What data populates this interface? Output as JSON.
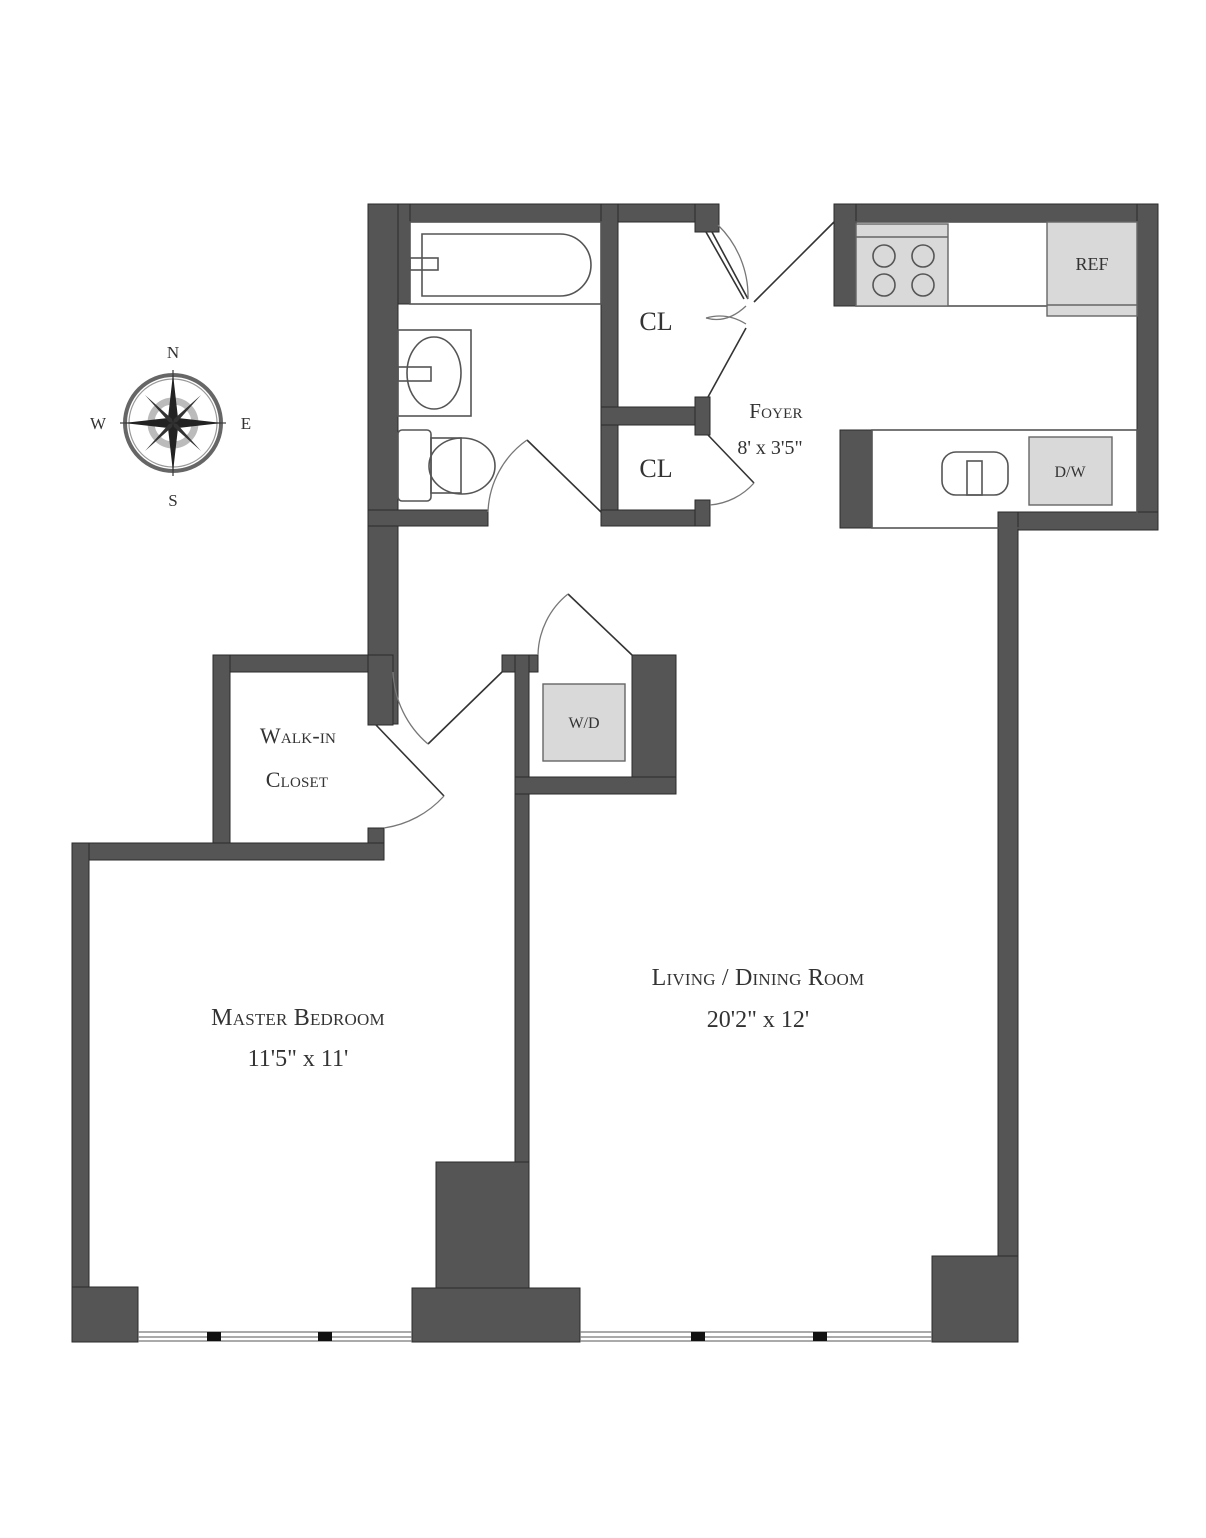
{
  "floor_plan": {
    "rooms": [
      {
        "id": "foyer",
        "name": "Foyer",
        "dimensions": "8' x 3'5\""
      },
      {
        "id": "master-bedroom",
        "name": "Master Bedroom",
        "dimensions": "11'5\" x 11'"
      },
      {
        "id": "living-dining",
        "name": "Living / Dining Room",
        "dimensions": "20'2\" x 12'"
      },
      {
        "id": "walk-in-closet",
        "name_line1": "Walk-in",
        "name_line2": "Closet"
      },
      {
        "id": "closet-1",
        "name": "CL"
      },
      {
        "id": "closet-2",
        "name": "CL"
      }
    ],
    "appliances": {
      "refrigerator": "REF",
      "dishwasher": "D/W",
      "washer_dryer": "W/D"
    },
    "compass": {
      "north": "N",
      "south": "S",
      "east": "E",
      "west": "W"
    },
    "colors": {
      "wall": "#555555",
      "appliance": "#d9d9d9",
      "background": "#ffffff"
    }
  }
}
